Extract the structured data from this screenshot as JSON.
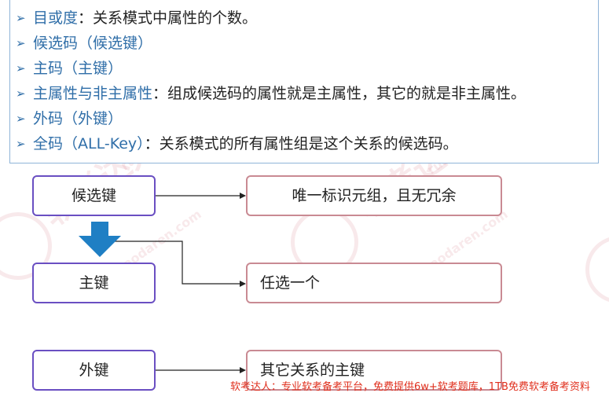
{
  "bullets": [
    {
      "term": "目或度",
      "sep": "：",
      "desc": "关系模式中属性的个数。"
    },
    {
      "term": "候选码（候选键）",
      "sep": "",
      "desc": ""
    },
    {
      "term": "主码（主键）",
      "sep": "",
      "desc": ""
    },
    {
      "term": "主属性与非主属性",
      "sep": "：",
      "desc": "组成候选码的属性就是主属性，其它的就是非主属性。"
    },
    {
      "term": "外码（外键）",
      "sep": "",
      "desc": ""
    },
    {
      "term": "全码（ALL-Key）",
      "sep": "：",
      "desc": "关系模式的所有属性组是这个关系的候选码。"
    }
  ],
  "bullet_arrow": "➢",
  "diagram": {
    "candidate_key": "候选键",
    "candidate_key_desc": "唯一标识元组，且无冗余",
    "primary_key": "主键",
    "primary_key_desc": "任选一个",
    "foreign_key": "外键",
    "foreign_key_desc": "其它关系的主键"
  },
  "watermark": {
    "cn": "软考达人",
    "en": "ruankaodaren.com"
  },
  "footer": "软考达人：专业软考备考平台，免费提供6w+软考题库，1TB免费软考备考资料",
  "colors": {
    "term_blue": "#2f6ea8",
    "box_border_blue": "#8fb4d8",
    "left_box_purple": "#6a4fc2",
    "right_box_pink": "#c98a93",
    "down_arrow_blue": "#1f7fc4",
    "footer_red": "#e0301e"
  }
}
